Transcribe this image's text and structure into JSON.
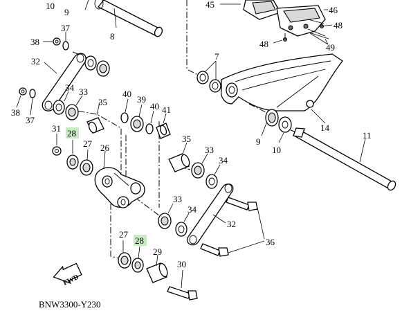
{
  "diagram_code": "BNW3300-Y230",
  "fwd_label": "FWD",
  "callouts": {
    "p8": "8",
    "p9_top": "9",
    "p10_top": "10",
    "p11": "11",
    "p14": "14",
    "p26": "26",
    "p27_upper": "27",
    "p27_lower": "27",
    "p28_upper": "28",
    "p28_lower": "28",
    "p29": "29",
    "p30": "30",
    "p31": "31",
    "p32_upper": "32",
    "p32_lower": "32",
    "p33_left": "33",
    "p33_right": "33",
    "p33_center": "33",
    "p34_left": "34",
    "p34_right": "34",
    "p34_center": "34",
    "p35_left": "35",
    "p35_center": "35",
    "p36": "36",
    "p37_upper": "37",
    "p37_lower": "37",
    "p38_upper": "38",
    "p38_lower": "38",
    "p39": "39",
    "p40_left": "40",
    "p40_right": "40",
    "p41": "41",
    "p45": "45",
    "p46": "46",
    "p48_right": "48",
    "p48_lower": "48",
    "p49": "49",
    "p7": "7",
    "p9_mid": "9",
    "p10_mid": "10"
  },
  "highlight_color": "#c8ecc2"
}
